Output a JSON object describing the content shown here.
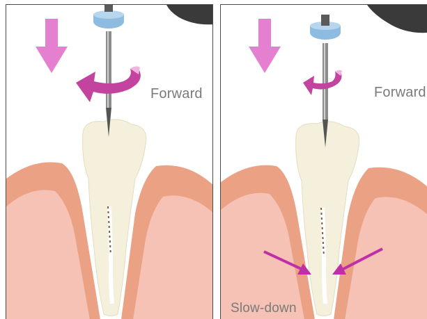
{
  "panels": [
    {
      "id": "left",
      "direction_label": "Forward",
      "rotation_arrow": "large"
    },
    {
      "id": "right",
      "direction_label": "Forward",
      "rotation_arrow": "small",
      "bottom_label": "Slow-down"
    }
  ],
  "colors": {
    "down_arrow": "#e57fcf",
    "rotation_arrow": "#c2449e",
    "inward_arrows": "#bf2fa6",
    "gum_outer": "#eba184",
    "gum_inner": "#f6c2b5",
    "tooth": "#f4f0dc",
    "file_cap": "#8ebce0",
    "text": "#7a7a7a"
  },
  "icons": [
    "down-arrow-icon",
    "rotation-arrow-icon",
    "inward-arrow-icon"
  ]
}
